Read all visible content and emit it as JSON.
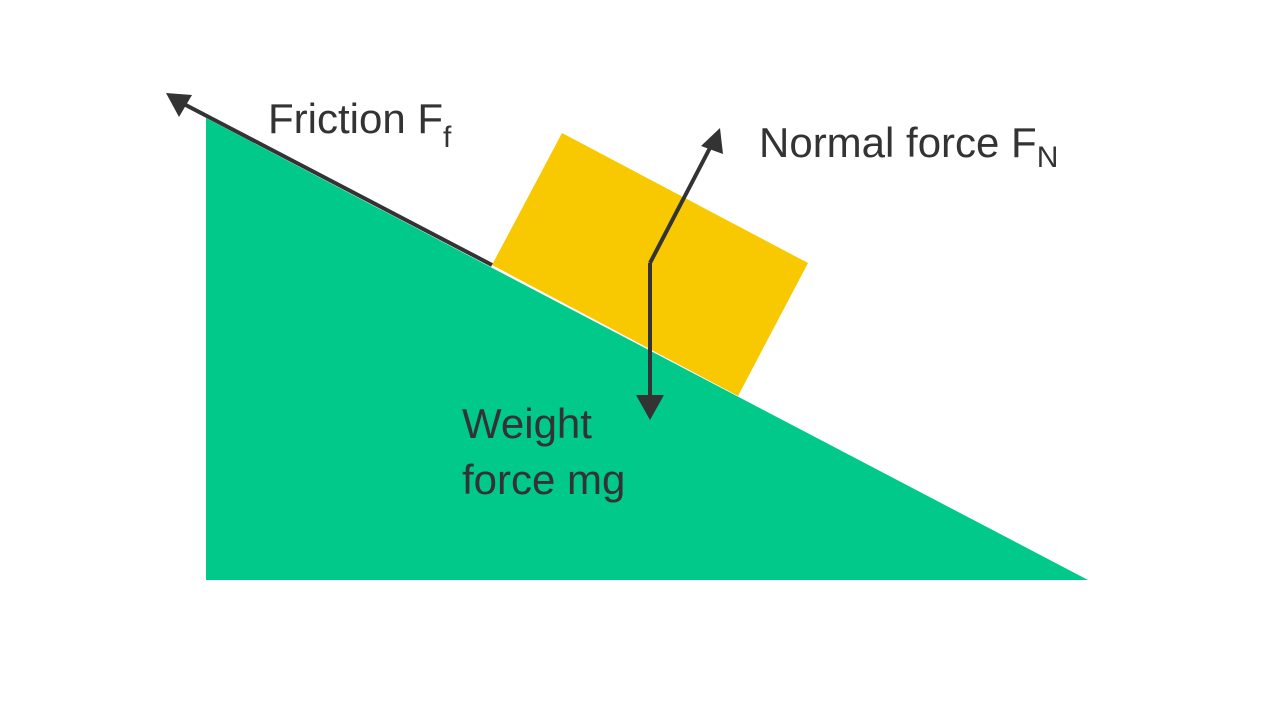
{
  "colors": {
    "incline": "#00c98a",
    "block": "#f8c800",
    "arrow": "#333333",
    "background": "#ffffff"
  },
  "labels": {
    "friction": {
      "main": "Friction F",
      "sub": "f"
    },
    "normal": {
      "main": "Normal force F",
      "sub": "N"
    },
    "weight": {
      "line1": "Weight",
      "line2": "force mg"
    }
  }
}
